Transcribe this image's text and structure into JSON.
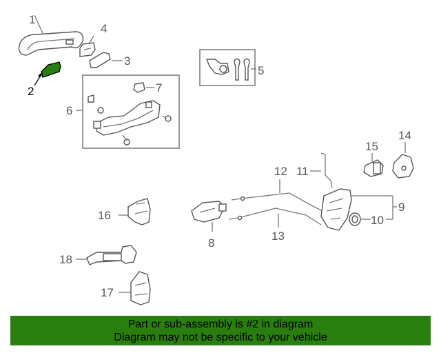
{
  "highlight_color": "#2a7d0f",
  "callouts": {
    "c1": "1",
    "c2": "2",
    "c3": "3",
    "c4": "4",
    "c5": "5",
    "c6": "6",
    "c7": "7",
    "c8": "8",
    "c9": "9",
    "c10": "10",
    "c11": "11",
    "c12": "12",
    "c13": "13",
    "c14": "14",
    "c15": "15",
    "c16": "16",
    "c17": "17",
    "c18": "18"
  },
  "banner": {
    "line1": "Part or sub-assembly is #2 in diagram",
    "line2": "Diagram may not be specific to your vehicle"
  }
}
